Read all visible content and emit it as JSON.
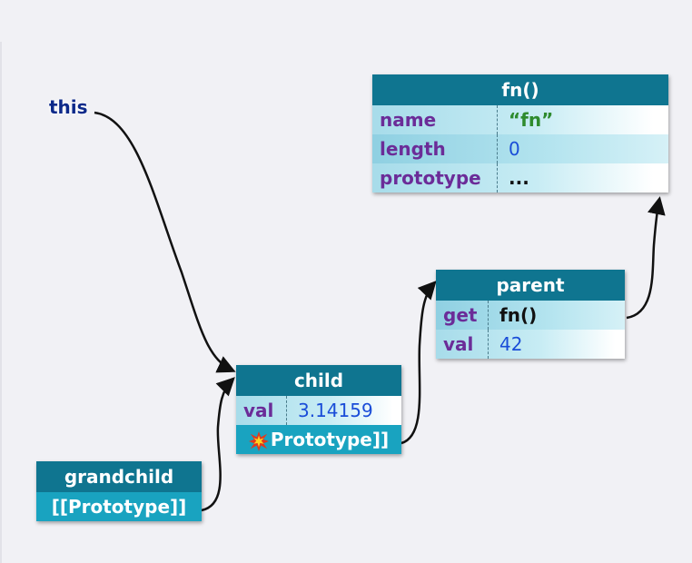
{
  "this_label": "this",
  "fn_box": {
    "title": "fn()",
    "rows": [
      {
        "key": "name",
        "value": "“fn”"
      },
      {
        "key": "length",
        "value": "0"
      },
      {
        "key": "prototype",
        "value": "..."
      }
    ]
  },
  "parent_box": {
    "title": "parent",
    "rows": [
      {
        "key": "get",
        "value": "fn()"
      },
      {
        "key": "val",
        "value": "42"
      }
    ]
  },
  "child_box": {
    "title": "child",
    "rows": [
      {
        "key": "val",
        "value": "3.14159"
      }
    ],
    "proto_label": "Prototype]]",
    "proto_icon": "explosion-icon"
  },
  "grandchild_box": {
    "title": "grandchild",
    "proto_label": "[[Prototype]]"
  },
  "colors": {
    "header": "#0f7590",
    "key_text": "#6b2c98",
    "number_text": "#1a4dd8",
    "string_text": "#2e8b2e",
    "proto_row": "#19a3c0"
  }
}
